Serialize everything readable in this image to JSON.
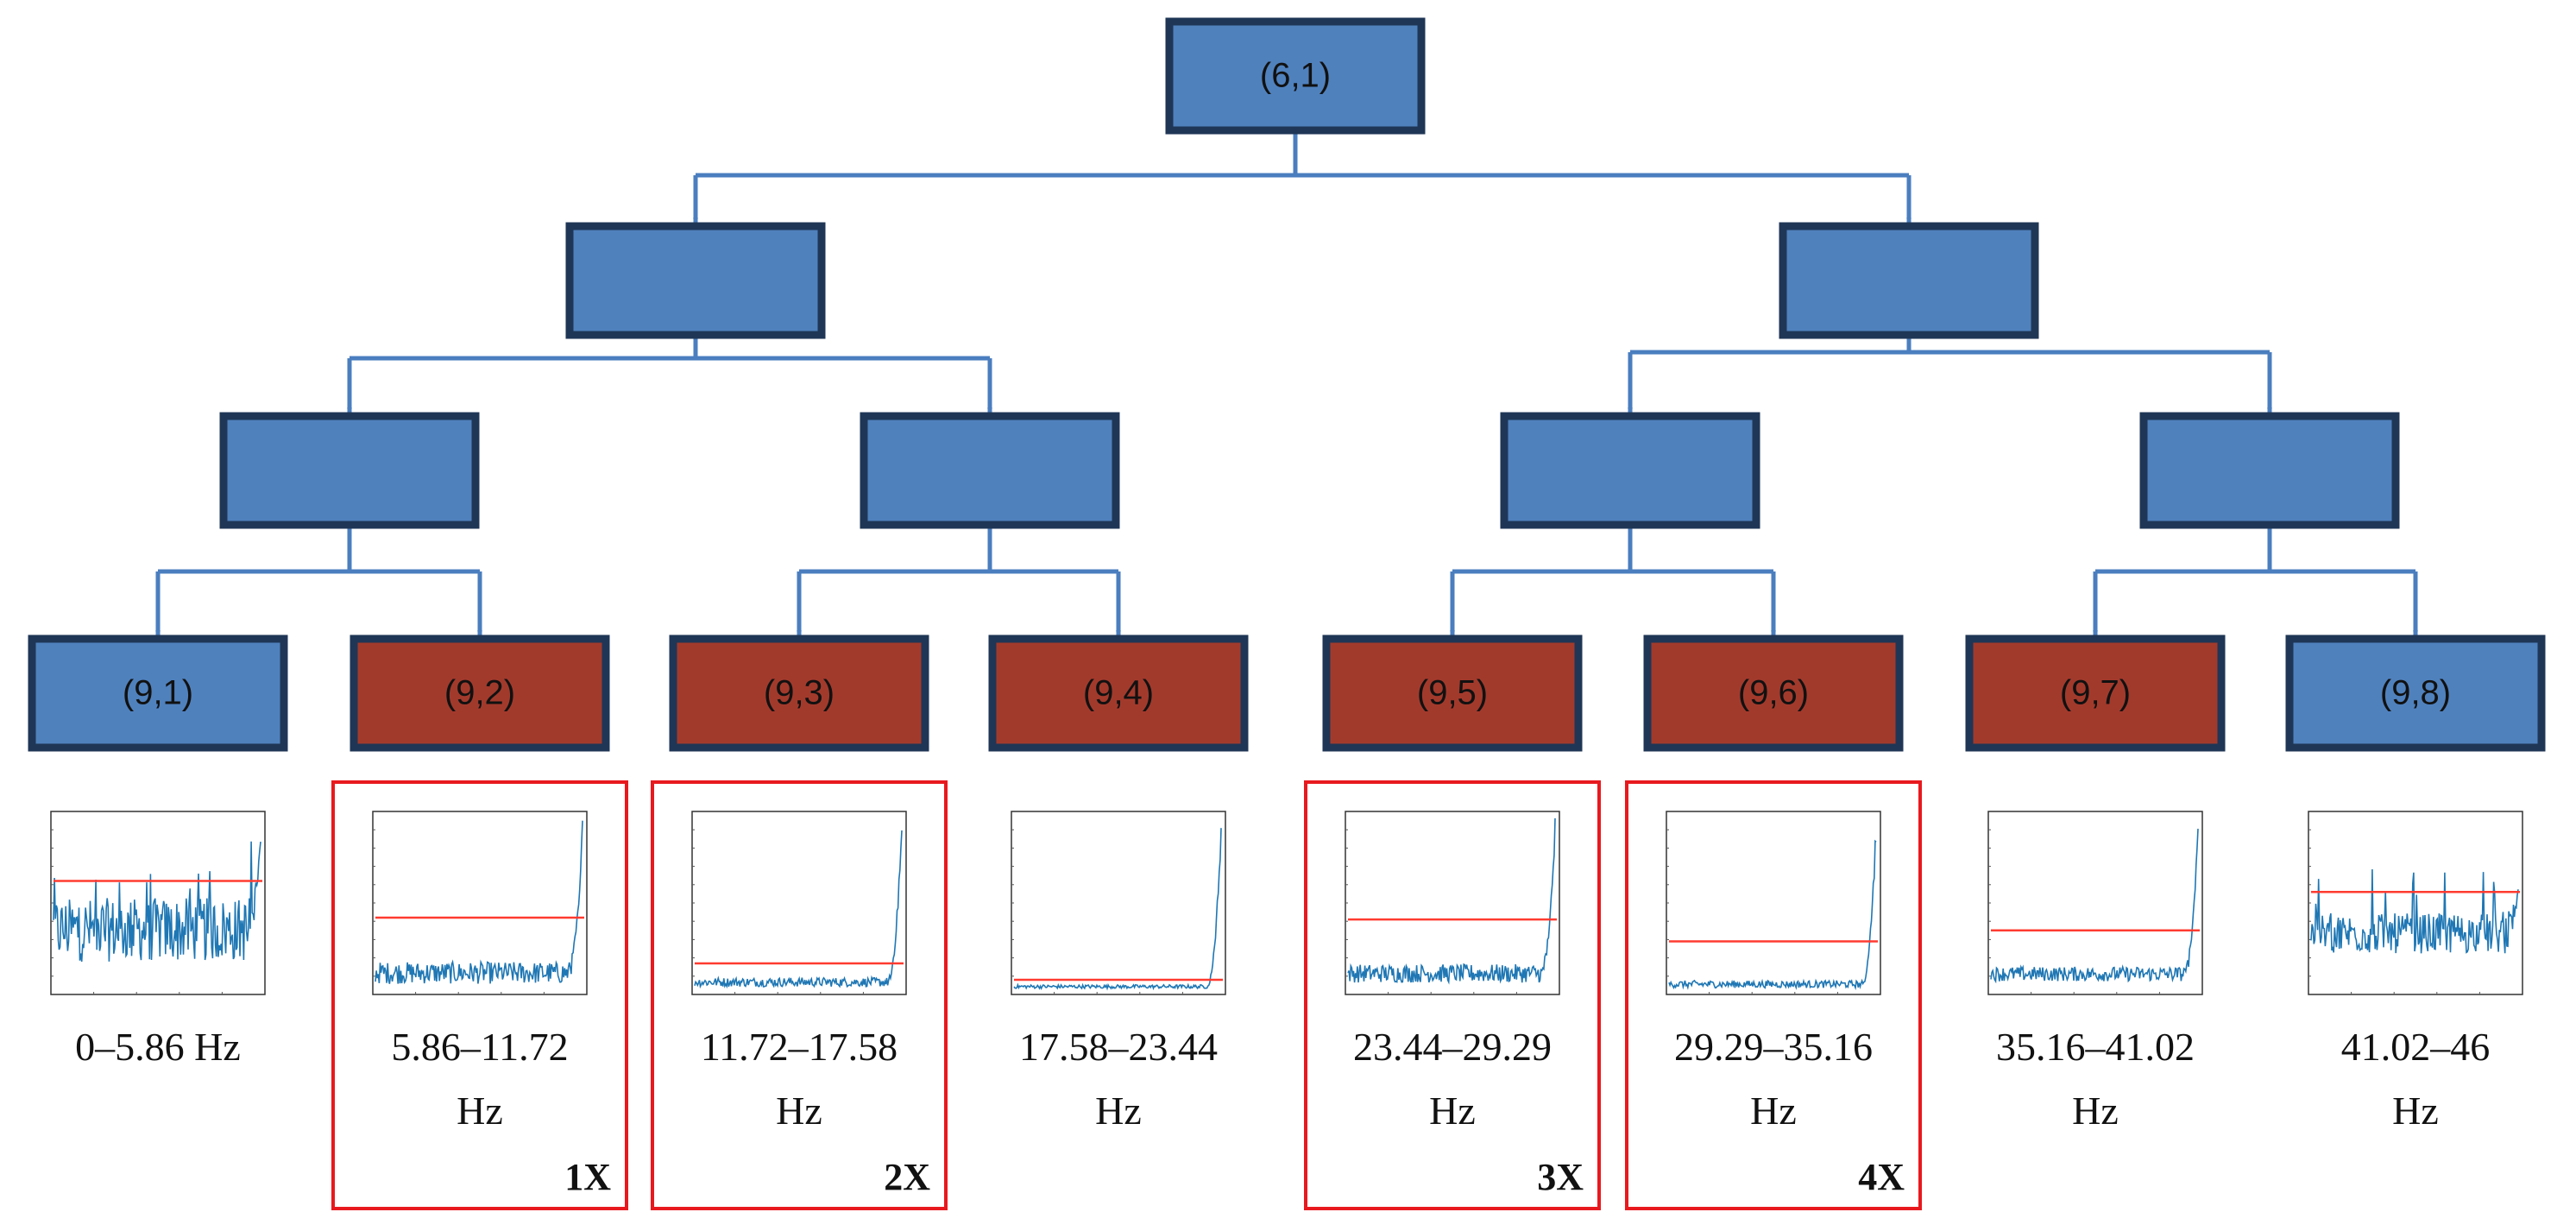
{
  "colors": {
    "node_blue": "#4f81bd",
    "node_red": "#a23a2c",
    "node_border": "#1f3656",
    "connector": "#4a7ebf",
    "highlight_box": "#e8191e",
    "spectrum_line": "#1f77b4",
    "threshold_line": "#ff3b30"
  },
  "tree": {
    "root": {
      "label": "(6,1)"
    },
    "level_1": [
      {
        "label": ""
      },
      {
        "label": ""
      }
    ],
    "level_2": [
      {
        "label": ""
      },
      {
        "label": ""
      },
      {
        "label": ""
      },
      {
        "label": ""
      }
    ],
    "leaves": [
      {
        "label": "(9,1)",
        "color": "blue"
      },
      {
        "label": "(9,2)",
        "color": "red"
      },
      {
        "label": "(9,3)",
        "color": "red"
      },
      {
        "label": "(9,4)",
        "color": "red"
      },
      {
        "label": "(9,5)",
        "color": "red"
      },
      {
        "label": "(9,6)",
        "color": "red"
      },
      {
        "label": "(9,7)",
        "color": "red"
      },
      {
        "label": "(9,8)",
        "color": "blue"
      }
    ]
  },
  "bands": [
    {
      "line1": "0–5.86 Hz",
      "line2": "",
      "harmonic": "",
      "highlighted": false
    },
    {
      "line1": "5.86–11.72",
      "line2": "Hz",
      "harmonic": "1X",
      "highlighted": true
    },
    {
      "line1": "11.72–17.58",
      "line2": "Hz",
      "harmonic": "2X",
      "highlighted": true
    },
    {
      "line1": "17.58–23.44",
      "line2": "Hz",
      "harmonic": "",
      "highlighted": false
    },
    {
      "line1": "23.44–29.29",
      "line2": "Hz",
      "harmonic": "3X",
      "highlighted": true
    },
    {
      "line1": "29.29–35.16",
      "line2": "Hz",
      "harmonic": "4X",
      "highlighted": true
    },
    {
      "line1": "35.16–41.02",
      "line2": "Hz",
      "harmonic": "",
      "highlighted": false
    },
    {
      "line1": "41.02–46",
      "line2": "Hz",
      "harmonic": "",
      "highlighted": false
    }
  ],
  "chart_data": [
    {
      "type": "line",
      "band": "0–5.86 Hz",
      "noise_level": 0.3,
      "noise_spread": 0.35,
      "threshold": 0.62,
      "end_spike": 0.85
    },
    {
      "type": "line",
      "band": "5.86–11.72 Hz",
      "noise_level": 0.1,
      "noise_spread": 0.12,
      "threshold": 0.42,
      "end_spike": 0.97
    },
    {
      "type": "line",
      "band": "11.72–17.58 Hz",
      "noise_level": 0.06,
      "noise_spread": 0.05,
      "threshold": 0.17,
      "end_spike": 0.97
    },
    {
      "type": "line",
      "band": "17.58–23.44 Hz",
      "noise_level": 0.04,
      "noise_spread": 0.02,
      "threshold": 0.08,
      "end_spike": 0.97
    },
    {
      "type": "line",
      "band": "23.44–29.29 Hz",
      "noise_level": 0.1,
      "noise_spread": 0.1,
      "threshold": 0.41,
      "end_spike": 0.97
    },
    {
      "type": "line",
      "band": "29.29–35.16 Hz",
      "noise_level": 0.05,
      "noise_spread": 0.04,
      "threshold": 0.29,
      "end_spike": 0.97
    },
    {
      "type": "line",
      "band": "35.16–41.02 Hz",
      "noise_level": 0.1,
      "noise_spread": 0.08,
      "threshold": 0.35,
      "end_spike": 0.97
    },
    {
      "type": "line",
      "band": "41.02–46 Hz",
      "noise_level": 0.3,
      "noise_spread": 0.22,
      "threshold": 0.56,
      "end_spike": 0.58
    }
  ]
}
